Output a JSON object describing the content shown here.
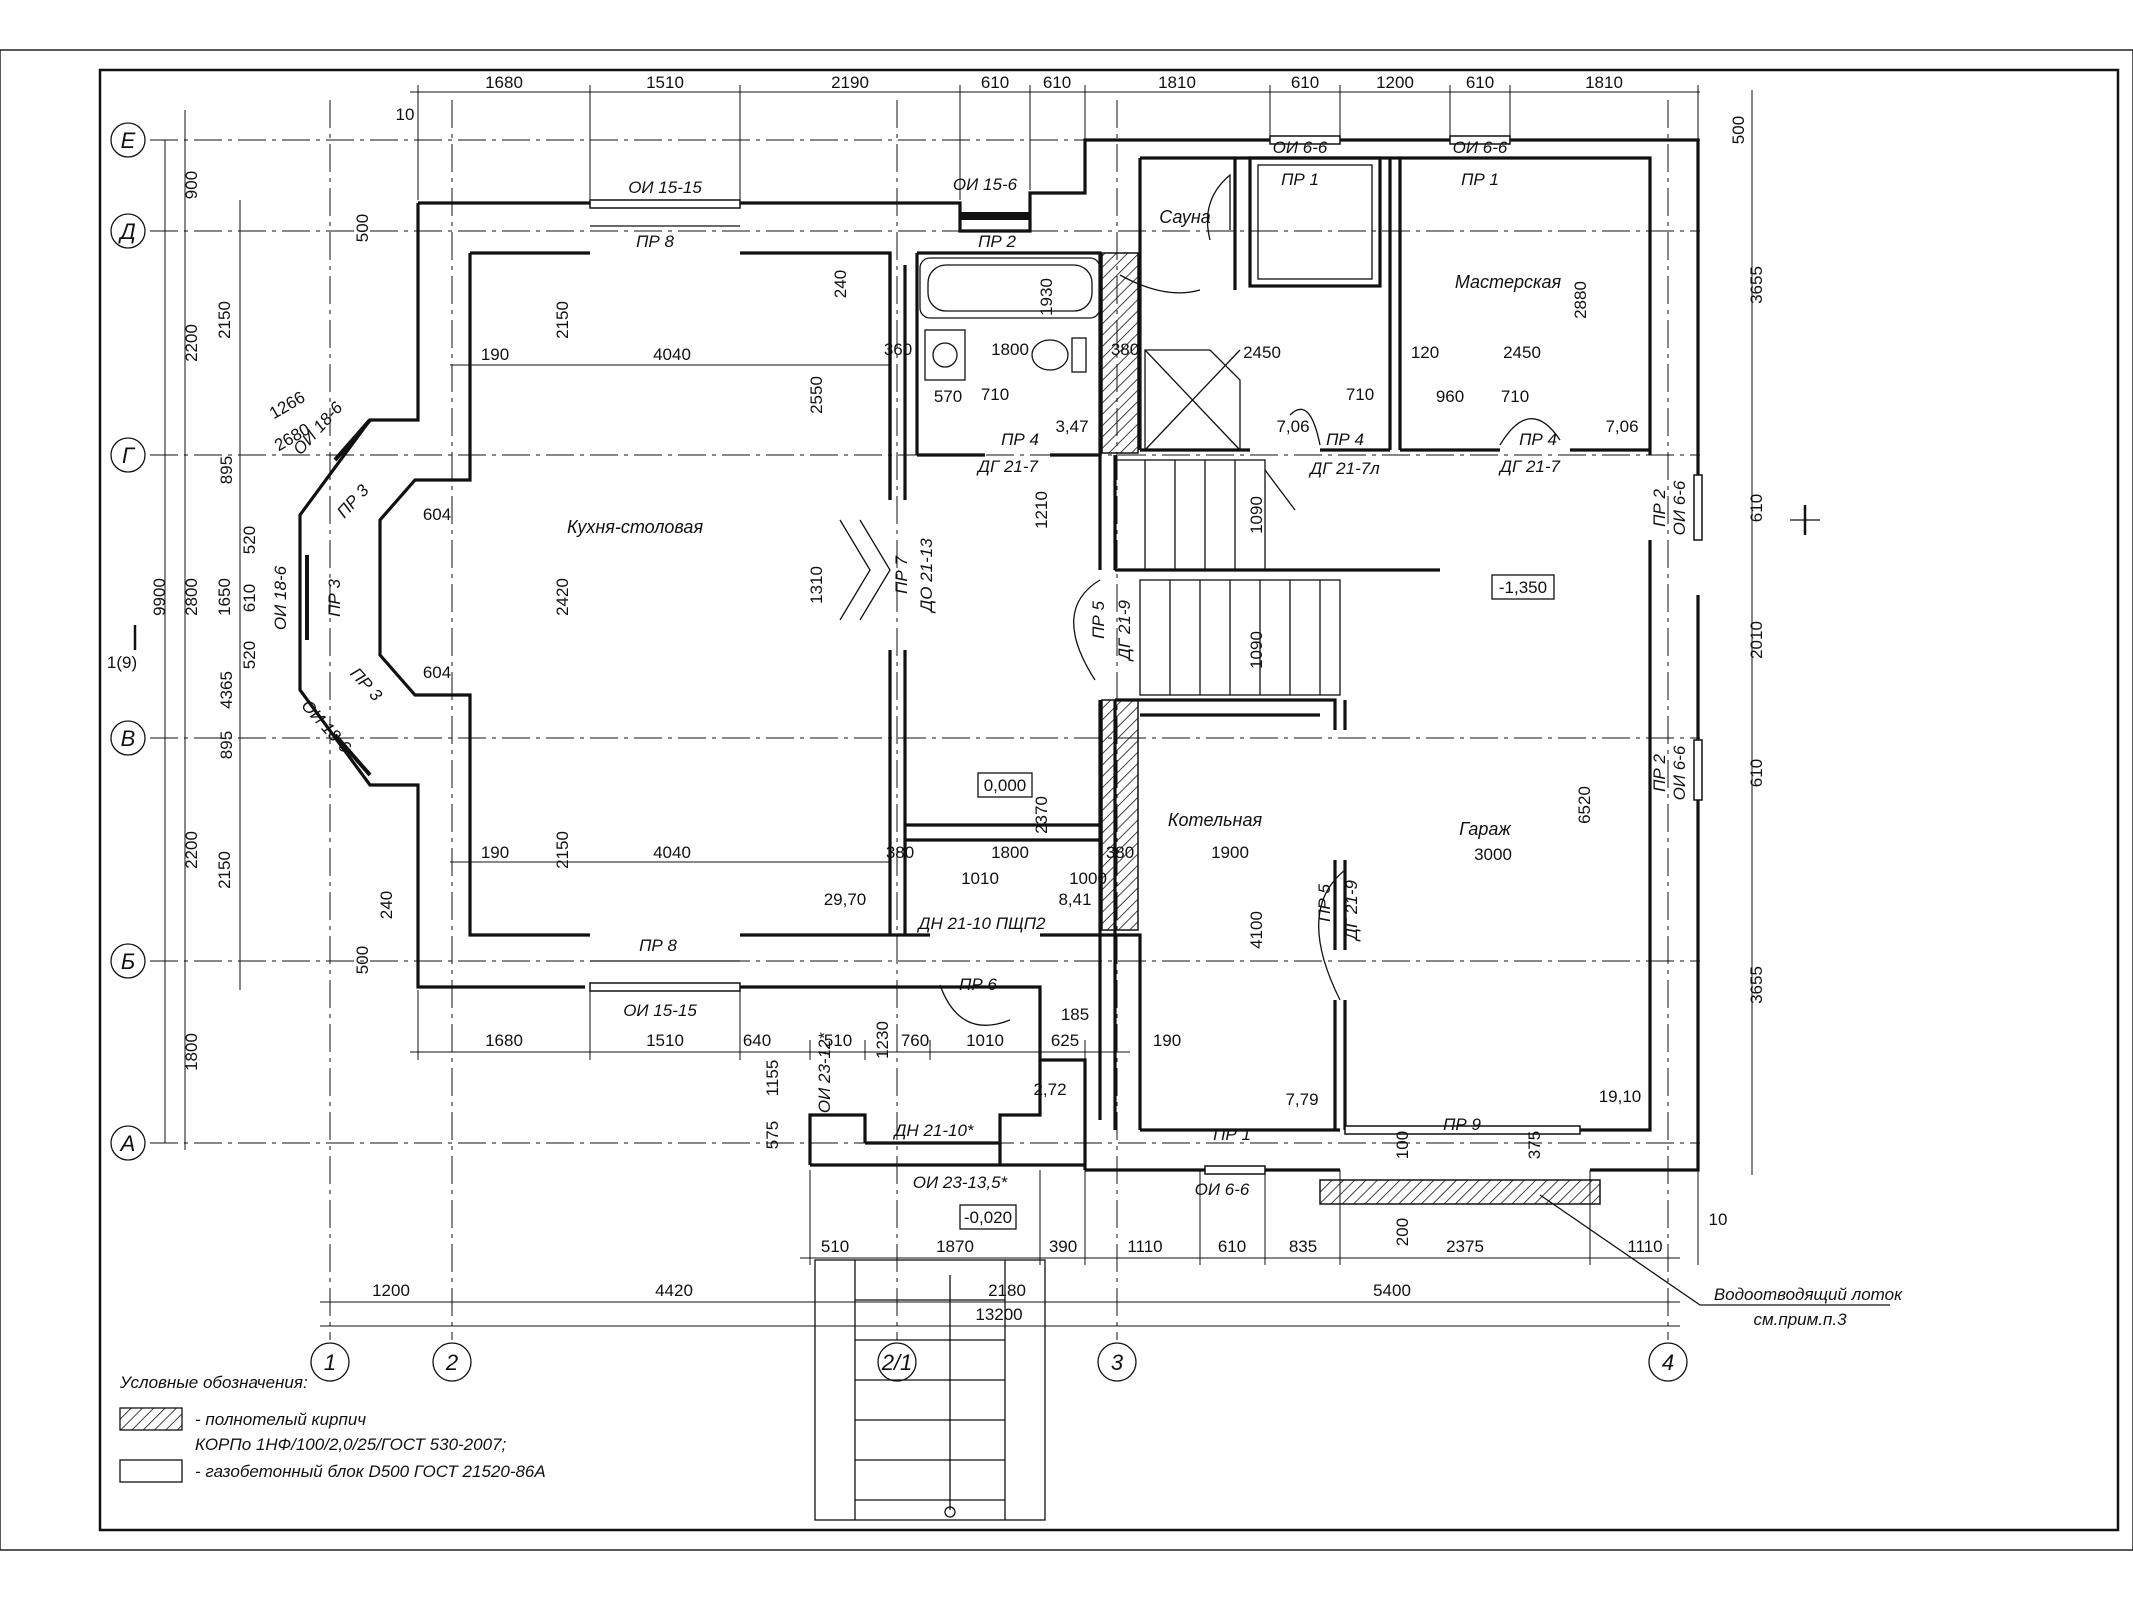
{
  "axes": {
    "rows": [
      "Е",
      "Д",
      "Г",
      "В",
      "Б",
      "А"
    ],
    "cols": [
      "1",
      "2",
      "2/1",
      "3",
      "4"
    ]
  },
  "rooms": {
    "kitchen": "Кухня-столовая",
    "sauna": "Сауна",
    "workshop": "Мастерская",
    "boiler": "Котельная",
    "garage": "Гараж",
    "garage_width": "3000"
  },
  "levels": {
    "zero": "0,000",
    "garage": "-1,350",
    "porch": "-0,020"
  },
  "areas": {
    "kitchen": "29,70",
    "hall": "8,41",
    "porch": "2,72",
    "garage": "19,10",
    "boiler": "7,79",
    "sauna": "7,06",
    "workshop": "7,06",
    "bath": "3,47"
  },
  "openings": {
    "oi_15_15_top": "ОИ 15-15",
    "oi_15_15_bottom": "ОИ 15-15",
    "oi_15_6": "ОИ 15-6",
    "oi_6_6_a": "ОИ 6-6",
    "oi_6_6_b": "ОИ 6-6",
    "oi_6_6_bottom": "ОИ 6-6",
    "oi_6_6_right1": "ОИ 6-6",
    "oi_6_6_right2": "ОИ 6-6",
    "oi_18_6_top": "ОИ 18-6",
    "oi_18_6_mid": "ОИ 18-6",
    "oi_18_6_bot": "ОИ 18-6",
    "oi_23_12": "ОИ 23-12*",
    "oi_23_13_5": "ОИ 23-13,5*",
    "pr1_a": "ПР 1",
    "pr1_b": "ПР 1",
    "pr1_c": "ПР 1",
    "pr2_top": "ПР 2",
    "pr2_r1": "ПР 2",
    "pr2_r2": "ПР 2",
    "pr3_a": "ПР 3",
    "pr3_b": "ПР 3",
    "pr3_c": "ПР 3",
    "pr4_a": "ПР 4",
    "pr4_b": "ПР 4",
    "pr4_c": "ПР 4",
    "pr5_a": "ПР 5",
    "pr5_b": "ПР 5",
    "pr6": "ПР 6",
    "pr7": "ПР 7",
    "pr8_top": "ПР 8",
    "pr8_bottom": "ПР 8",
    "pr9": "ПР 9",
    "dg21_7a": "ДГ 21-7",
    "dg21_7l": "ДГ 21-7л",
    "dg21_7b": "ДГ 21-7",
    "dg21_9a": "ДГ 21-9",
    "dg21_9b": "ДГ 21-9",
    "do21_13": "ДО 21-13",
    "dn21_10": "ДН 21-10 ПЩП2",
    "dn21_10s": "ДН 21-10*"
  },
  "dims": {
    "top": [
      "1680",
      "1510",
      "2190",
      "610",
      "610",
      "1810",
      "610",
      "1200",
      "610",
      "1810"
    ],
    "bottom1": [
      "1680",
      "1510",
      "640",
      "510",
      "1230",
      "760",
      "1010",
      "625",
      "190"
    ],
    "bottom2": [
      "510",
      "1870",
      "390",
      "1110",
      "610",
      "835",
      "2375",
      "1110"
    ],
    "bottom3": [
      "1200",
      "4420",
      "2180",
      "5400"
    ],
    "total": "13200",
    "left1": [
      "900",
      "2200",
      "2800",
      "2200",
      "1800"
    ],
    "left2": [
      "2150",
      "1650",
      "2150"
    ],
    "total_left": "9900",
    "right": [
      "500",
      "3655",
      "610",
      "2010",
      "610",
      "3655"
    ],
    "inner": {
      "d4040a": "4040",
      "d4040b": "4040",
      "d190a": "190",
      "d190b": "190",
      "d2150a": "2150",
      "d2420": "2420",
      "d2150b": "2150",
      "d2550": "2550",
      "d1310": "1310",
      "d1800a": "1800",
      "d1800b": "1800",
      "d1930": "1930",
      "d2450a": "2450",
      "d2450b": "2450",
      "d2880": "2880",
      "d6520": "6520",
      "d4100": "4100",
      "d1900": "1900",
      "d2370": "2370",
      "d1090a": "1090",
      "d1090b": "1090",
      "d1210": "1210",
      "d1010": "1010",
      "d1000": "1000",
      "d380a": "380",
      "d380b": "380",
      "d380c": "380",
      "d360": "360",
      "d570": "570",
      "d710a": "710",
      "d710b": "710",
      "d710c": "710",
      "d960": "960",
      "d120": "120",
      "d185": "185",
      "d1155": "1155",
      "d575": "575",
      "d500a": "500",
      "d500b": "500",
      "d240a": "240",
      "d240b": "240",
      "d604a": "604",
      "d604b": "604",
      "d520a": "520",
      "d520b": "520",
      "d610": "610",
      "d895a": "895",
      "d895b": "895",
      "d4365": "4365",
      "d200": "200",
      "d100": "100",
      "d375": "375",
      "d10a": "10",
      "d10b": "10",
      "d1266": "1266",
      "d2680": "2680"
    }
  },
  "section_mark": "1(9)",
  "drain_label": "Водоотводящий лоток",
  "drain_note": "см.прим.п.3",
  "legend": {
    "title": "Условные обозначения:",
    "brick_line1": "- полнотелый кирпич",
    "brick_line2": "КОРПо 1НФ/100/2,0/25/ГОСТ 530-2007;",
    "block": "- газобетонный блок D500 ГОСТ 21520-86А"
  }
}
